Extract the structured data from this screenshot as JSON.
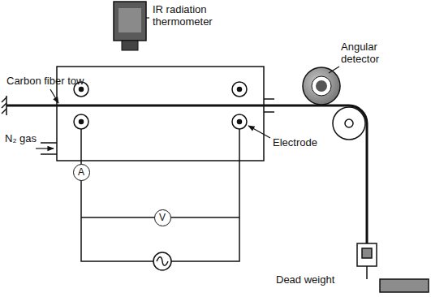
{
  "diagram": {
    "nodes": [
      {
        "text": [
          "A"
        ]
      },
      {
        "text": [
          "V"
        ]
      }
    ],
    "labels": [
      "IR radiation thermometer",
      "Carbon fiber tow",
      "N₂ gas",
      "Angular detector",
      "Electrode",
      "Dead weight"
    ]
  }
}
